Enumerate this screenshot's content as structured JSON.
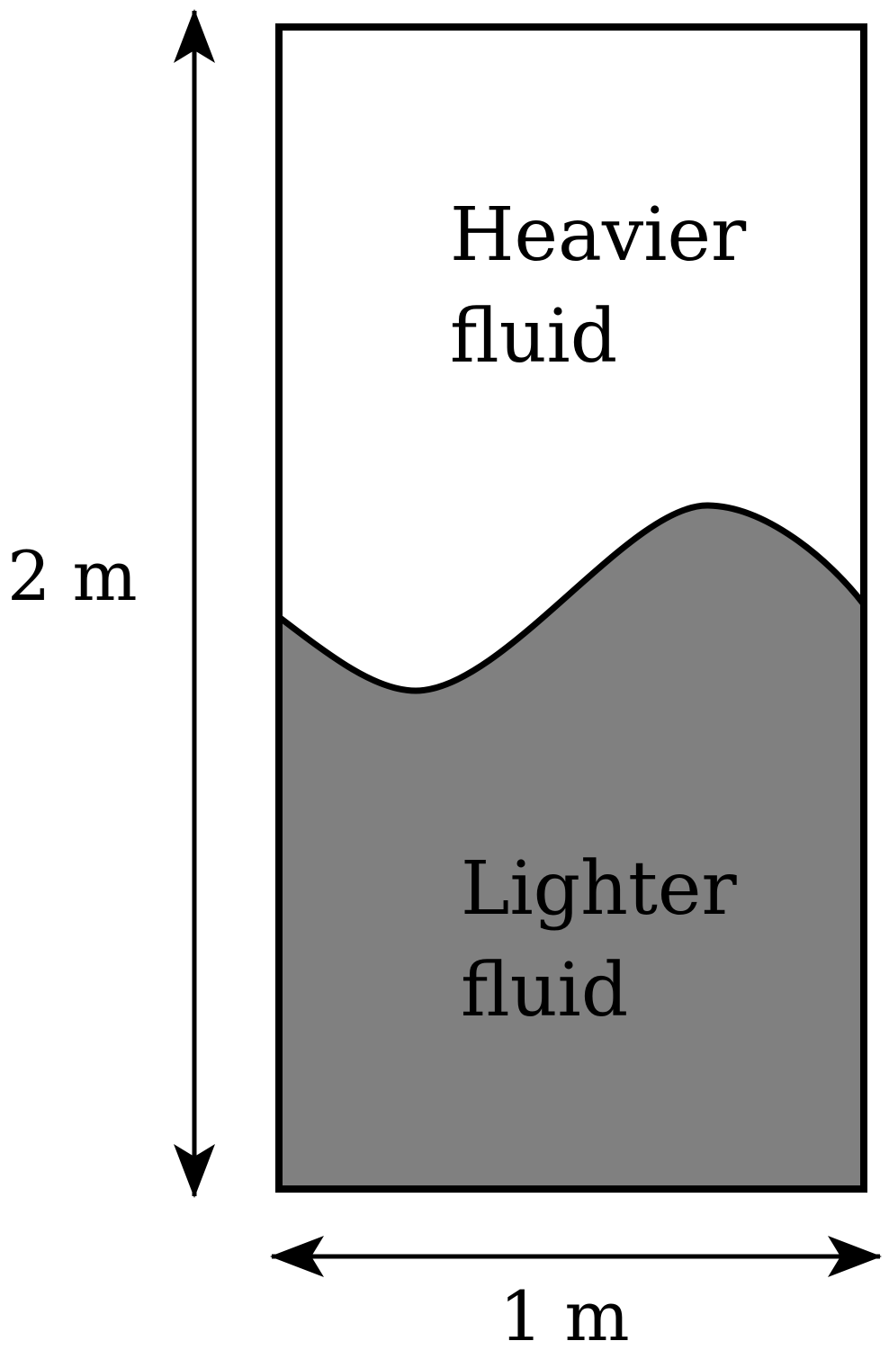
{
  "regions": {
    "upper": {
      "line1": "Heavier",
      "line2": "fluid",
      "fill": "#ffffff"
    },
    "lower": {
      "line1": "Lighter",
      "line2": "fluid",
      "fill": "#808080"
    }
  },
  "dimensions": {
    "height": "2 m",
    "width": "1 m"
  },
  "colors": {
    "outline": "#000000",
    "background": "#ffffff"
  }
}
